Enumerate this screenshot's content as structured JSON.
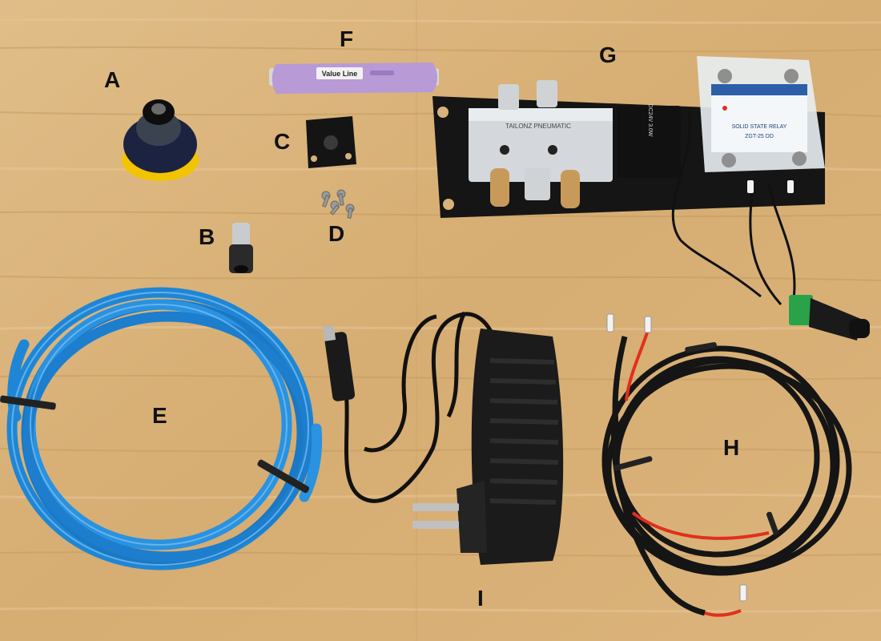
{
  "labels": {
    "a": "A",
    "b": "B",
    "c": "C",
    "d": "D",
    "e": "E",
    "f": "F",
    "g": "G",
    "h": "H",
    "i": "I"
  },
  "markings": {
    "filter_brand": "Value Line",
    "valve_brand": "TAILONZ PNEUMATIC",
    "coil_voltage": "DC24V 3.0W",
    "relay_title": "SOLID STATE RELAY",
    "relay_model": "ZGT-25 DD"
  },
  "colors": {
    "wood": "#d8b27a",
    "tube_blue": "#1f86d6",
    "filter_purple": "#b89ad6",
    "sensor_yellow": "#f2c400",
    "cable_red": "#e0301e",
    "plate_black": "#151515"
  }
}
